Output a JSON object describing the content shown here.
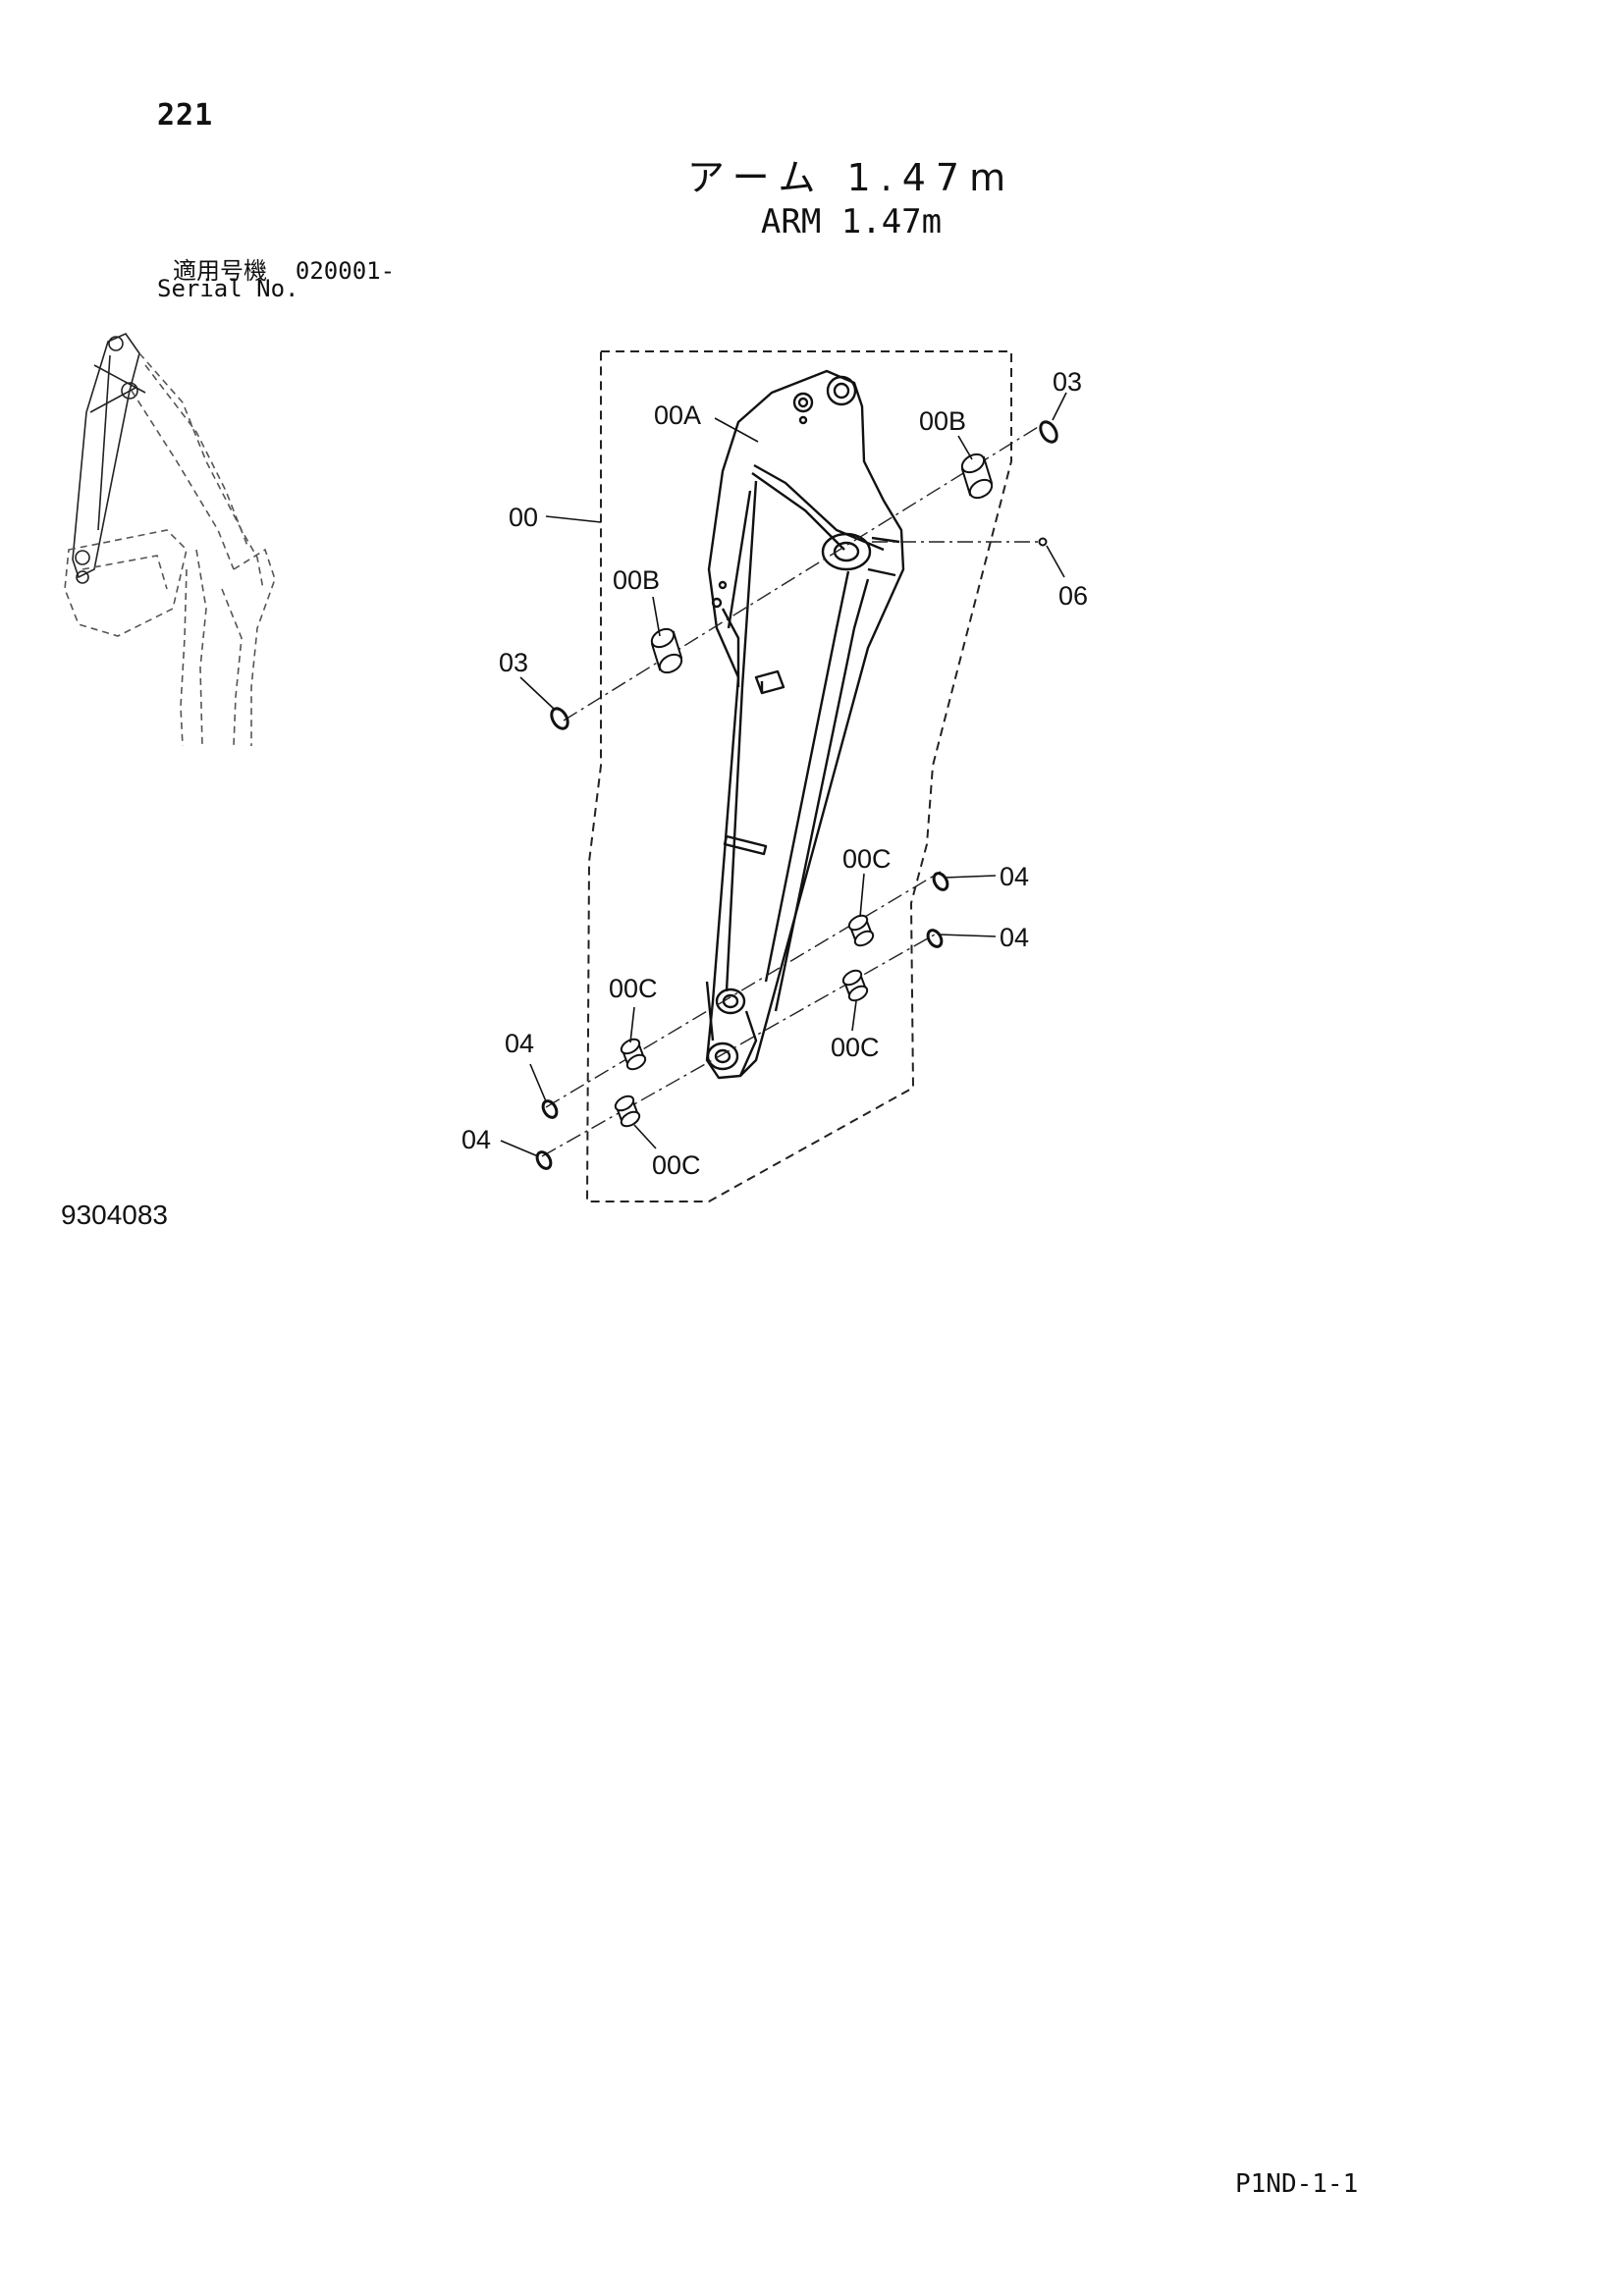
{
  "header": {
    "page_number": "221",
    "title_jp": "アーム 1.47m",
    "title_en": "ARM 1.47m",
    "serial_label_jp": "適用号機",
    "serial_value": "020001-",
    "serial_label_en": "Serial No."
  },
  "diagram": {
    "callouts": {
      "c00": "00",
      "c00A": "00A",
      "c00B_right": "00B",
      "c00B_left": "00B",
      "c03_right": "03",
      "c03_left": "03",
      "c06": "06",
      "c00C_upper_right": "00C",
      "c00C_lower_right": "00C",
      "c04_upper_right": "04",
      "c04_lower_right": "04",
      "c00C_upper_left": "00C",
      "c00C_lower_left": "00C",
      "c04_upper_left": "04",
      "c04_lower_left": "04"
    }
  },
  "footer": {
    "drawing_number": "9304083",
    "page_code": "P1ND-1-1"
  }
}
